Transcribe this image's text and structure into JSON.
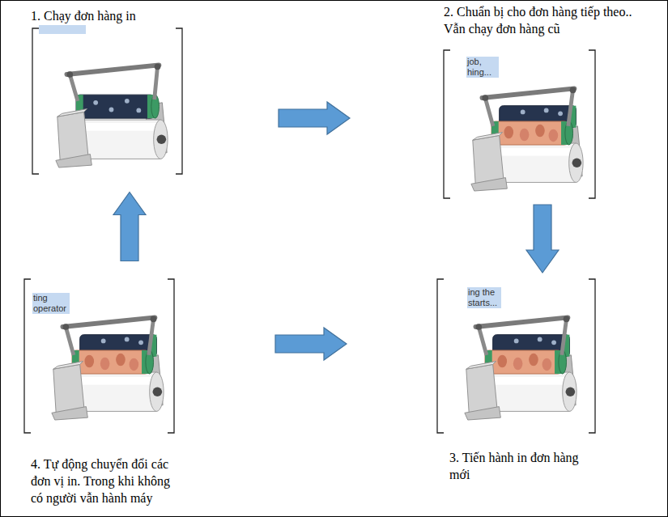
{
  "diagram": {
    "nodes": [
      {
        "text": [
          "1. Chạy đơn hàng in"
        ]
      },
      {
        "text": [
          "2. Chuẩn bị cho đơn hàng tiếp theo.. Vẫn chạy đơn hàng cũ"
        ]
      },
      {
        "text": [
          "3. Tiến hành in đơn hàng mới"
        ]
      },
      {
        "text": [
          "4. Tự động chuyển đổi các đơn vị in. Trong khi không có người vẫn hành máy"
        ]
      }
    ],
    "edges": [
      {
        "from": 0,
        "to": 1,
        "arrow": "to"
      },
      {
        "from": 1,
        "to": 2,
        "arrow": "to"
      },
      {
        "from": 3,
        "to": 2,
        "arrow": "to"
      },
      {
        "from": 3,
        "to": 0,
        "arrow": "to"
      }
    ],
    "labels": [
      "job, hing...",
      "ting operator",
      "ing the starts..."
    ]
  }
}
